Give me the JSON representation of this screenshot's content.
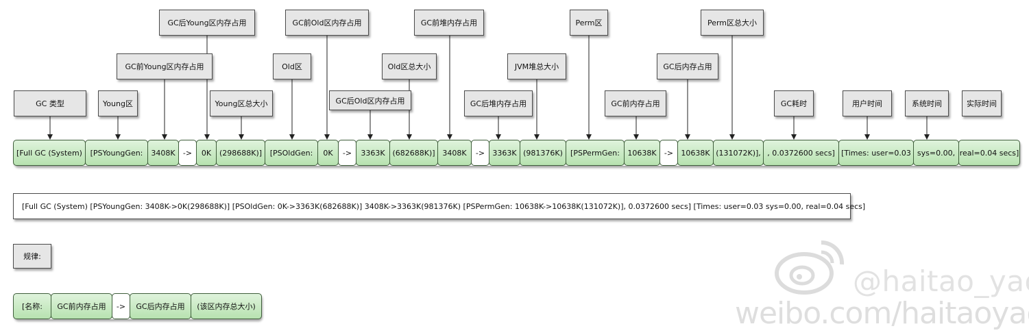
{
  "labels": [
    {
      "id": "gc-type",
      "text": "GC 类型"
    },
    {
      "id": "young-area",
      "text": "Young区"
    },
    {
      "id": "gc-before-young",
      "text": "GC前Young区内存占用"
    },
    {
      "id": "gc-after-young",
      "text": "GC后Young区内存占用"
    },
    {
      "id": "young-total",
      "text": "Young区总大小"
    },
    {
      "id": "old-area",
      "text": "Old区"
    },
    {
      "id": "gc-before-old",
      "text": "GC前Old区内存占用"
    },
    {
      "id": "gc-after-old",
      "text": "GC后Old区内存占用"
    },
    {
      "id": "old-total",
      "text": "Old区总大小"
    },
    {
      "id": "gc-before-heap",
      "text": "GC前堆内存占用"
    },
    {
      "id": "gc-after-heap",
      "text": "GC后堆内存占用"
    },
    {
      "id": "jvm-heap-total",
      "text": "JVM堆总大小"
    },
    {
      "id": "perm-area",
      "text": "Perm区"
    },
    {
      "id": "gc-before-mem",
      "text": "GC前内存占用"
    },
    {
      "id": "gc-after-mem",
      "text": "GC后内存占用"
    },
    {
      "id": "perm-total",
      "text": "Perm区总大小"
    },
    {
      "id": "gc-time",
      "text": "GC耗时"
    },
    {
      "id": "user-time",
      "text": "用户时间"
    },
    {
      "id": "sys-time",
      "text": "系统时间"
    },
    {
      "id": "real-time",
      "text": "实际时间"
    }
  ],
  "segments": [
    {
      "text": "[Full GC (System)",
      "plain": false
    },
    {
      "text": "[PSYoungGen:",
      "plain": false
    },
    {
      "text": "3408K",
      "plain": false
    },
    {
      "text": "->",
      "plain": true
    },
    {
      "text": "0K",
      "plain": false
    },
    {
      "text": "(298688K)]",
      "plain": false
    },
    {
      "text": "[PSOldGen:",
      "plain": false
    },
    {
      "text": "0K",
      "plain": false
    },
    {
      "text": "->",
      "plain": true
    },
    {
      "text": "3363K",
      "plain": false
    },
    {
      "text": "(682688K)]",
      "plain": false
    },
    {
      "text": "3408K",
      "plain": false
    },
    {
      "text": "->",
      "plain": true
    },
    {
      "text": "3363K",
      "plain": false
    },
    {
      "text": "(981376K)",
      "plain": false
    },
    {
      "text": "[PSPermGen:",
      "plain": false
    },
    {
      "text": "10638K",
      "plain": false
    },
    {
      "text": "->",
      "plain": true
    },
    {
      "text": "10638K",
      "plain": false
    },
    {
      "text": "(131072K)],",
      "plain": false
    },
    {
      "text": ", 0.0372600 secs]",
      "plain": false
    },
    {
      "text": "[Times: user=0.03",
      "plain": false
    },
    {
      "text": "sys=0.00,",
      "plain": false
    },
    {
      "text": "real=0.04 secs]",
      "plain": false
    }
  ],
  "full_log": "[Full GC (System) [PSYoungGen: 3408K->0K(298688K)] [PSOldGen: 0K->3363K(682688K)] 3408K->3363K(981376K) [PSPermGen: 10638K->10638K(131072K)], 0.0372600 secs] [Times: user=0.03 sys=0.00, real=0.04 secs]",
  "rule_label": "规律:",
  "rule_segments": [
    {
      "text": "[名称:",
      "plain": false
    },
    {
      "text": "GC前内存占用",
      "plain": false
    },
    {
      "text": "->",
      "plain": true
    },
    {
      "text": "GC后内存占用",
      "plain": false
    },
    {
      "text": "(该区内存总大小)",
      "plain": false
    }
  ],
  "watermark": {
    "handle": "@haitao_yao",
    "url": "weibo.com/haitaoyao"
  }
}
